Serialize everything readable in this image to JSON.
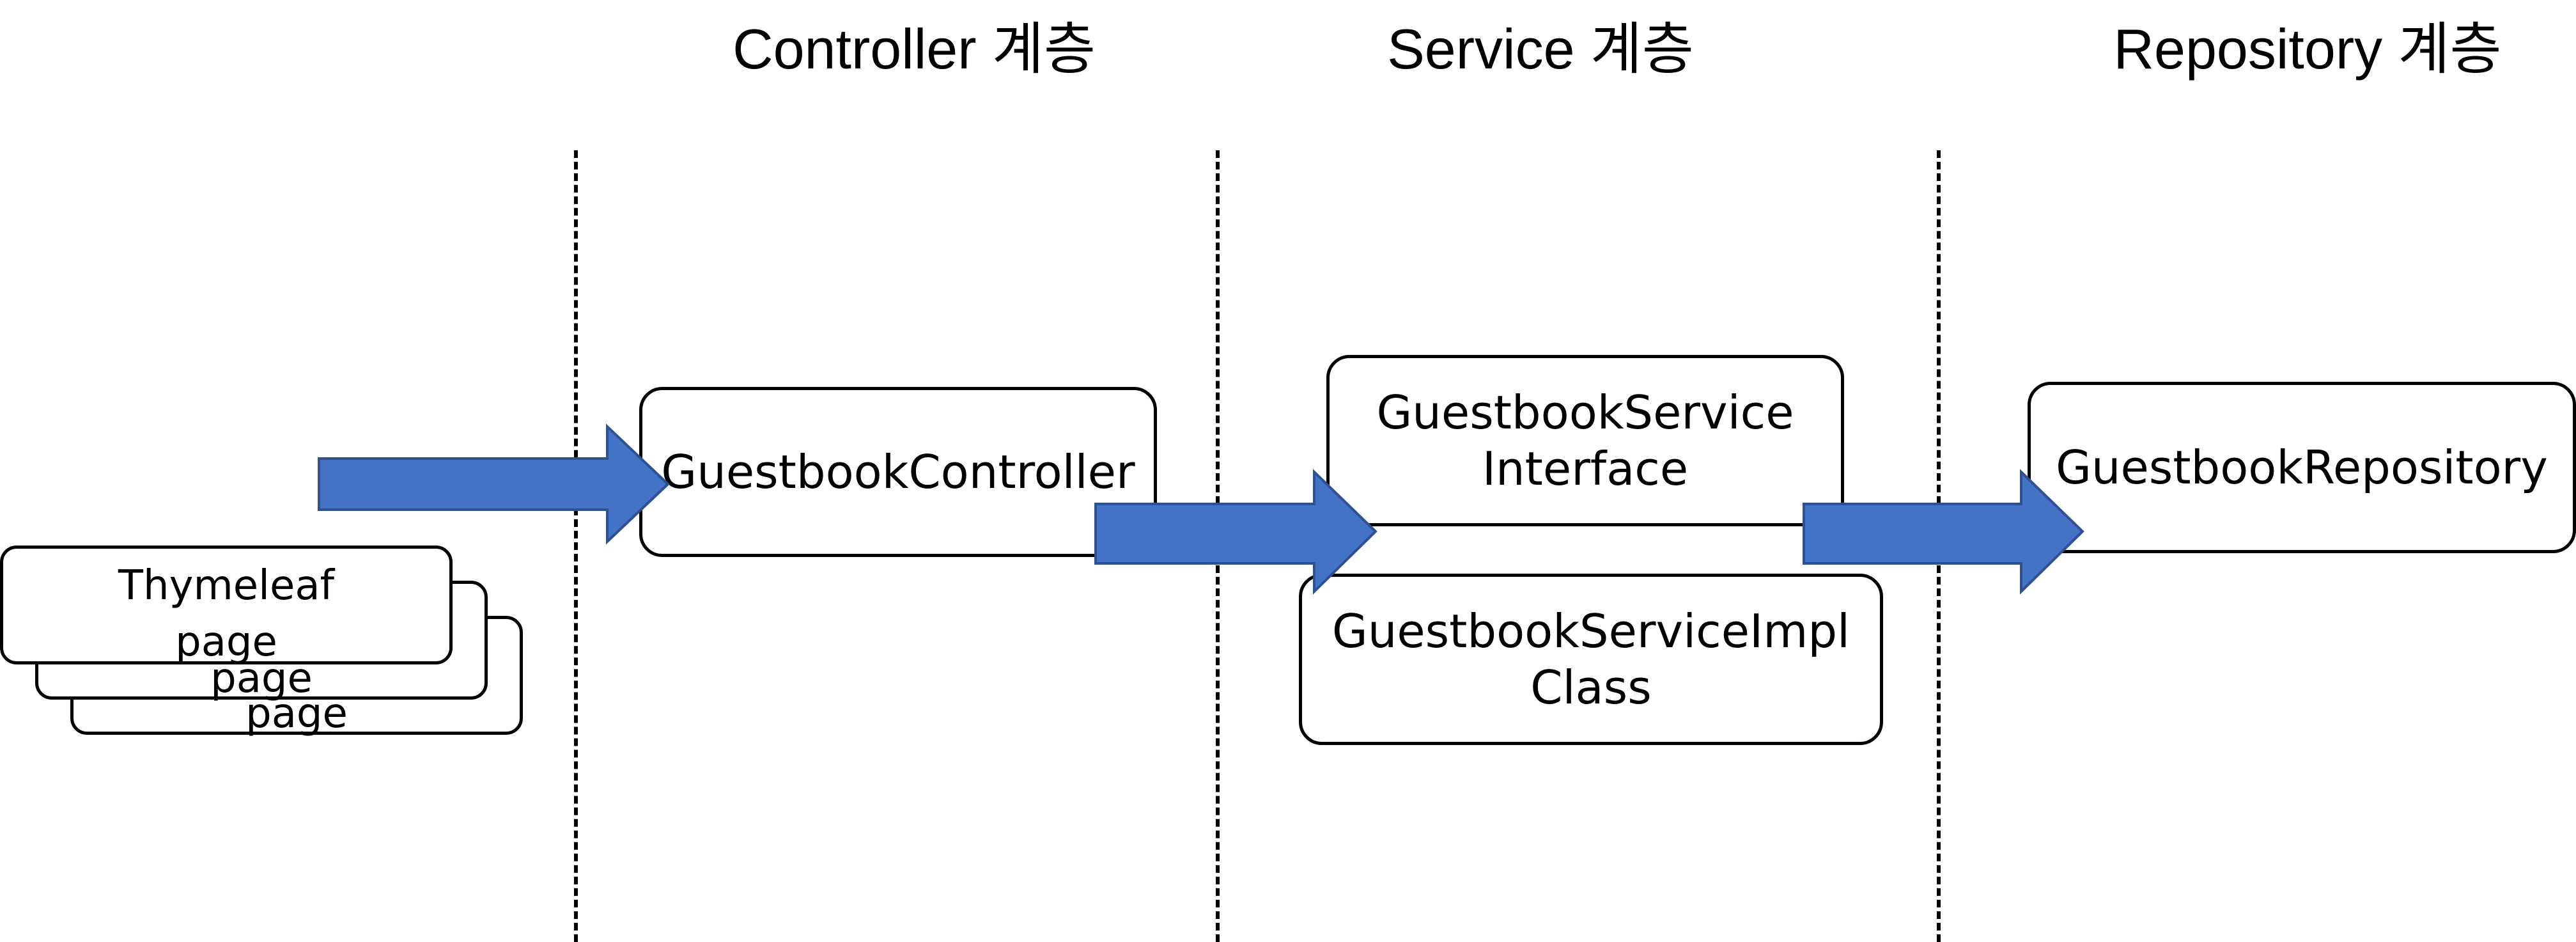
{
  "layers": {
    "controller": "Controller 계층",
    "service": "Service 계층",
    "repository": "Repository 계층"
  },
  "view": {
    "pages": [
      {
        "line1": "",
        "line2": "page"
      },
      {
        "line1": "",
        "line2": "page"
      },
      {
        "line1": "Thymeleaf",
        "line2": "page"
      }
    ]
  },
  "controller": {
    "label": "GuestbookController"
  },
  "service": {
    "interface": {
      "line1": "GuestbookService",
      "line2": "Interface"
    },
    "impl": {
      "line1": "GuestbookServiceImpl",
      "line2": "Class"
    }
  },
  "repository": {
    "label": "GuestbookRepository"
  },
  "colors": {
    "arrow_fill": "#4472c4",
    "arrow_stroke": "#2f528f",
    "line": "#000000"
  }
}
